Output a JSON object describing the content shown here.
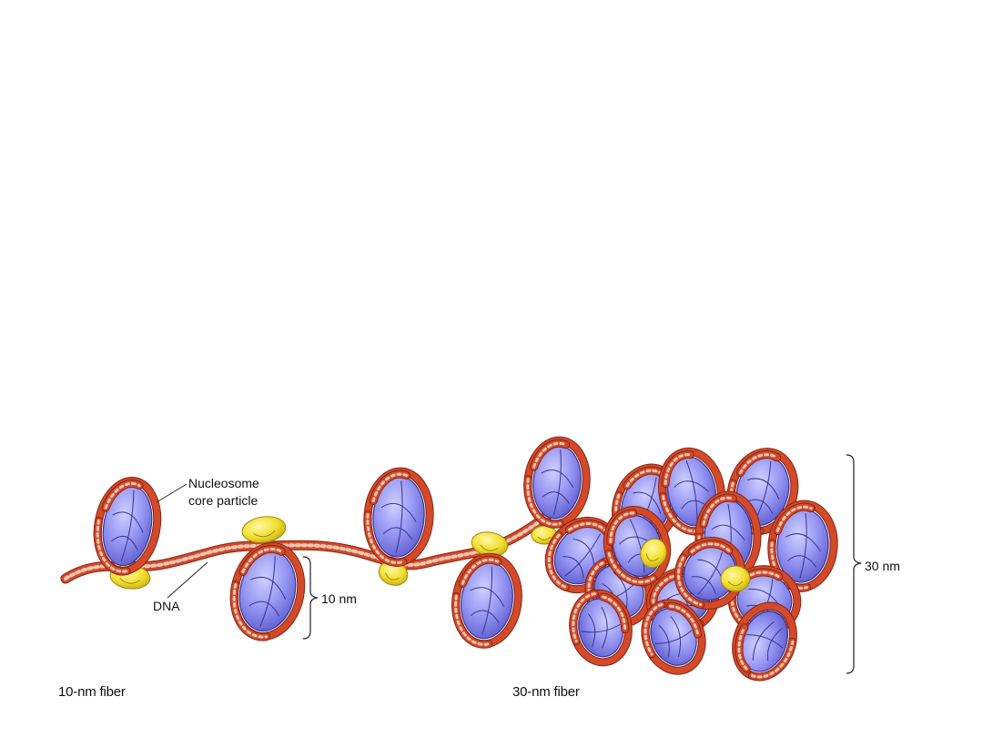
{
  "labels": {
    "nucleosome_line1": "Nucleosome",
    "nucleosome_line2": "core particle",
    "dna": "DNA",
    "scale_10nm": "10 nm",
    "scale_30nm": "30 nm",
    "caption_10nm": "10-nm fiber",
    "caption_30nm": "30-nm fiber"
  },
  "colors": {
    "dna": "#d24a2a",
    "dna_dark": "#8a2410",
    "dna_light": "#f3c7b4",
    "histone": "#8e8ff0",
    "histone_light": "#c9c9ff",
    "histone_dark": "#3a3490",
    "linker_histone": "#f2df2e",
    "linker_histone_dark": "#a08a12",
    "text": "#111111"
  }
}
